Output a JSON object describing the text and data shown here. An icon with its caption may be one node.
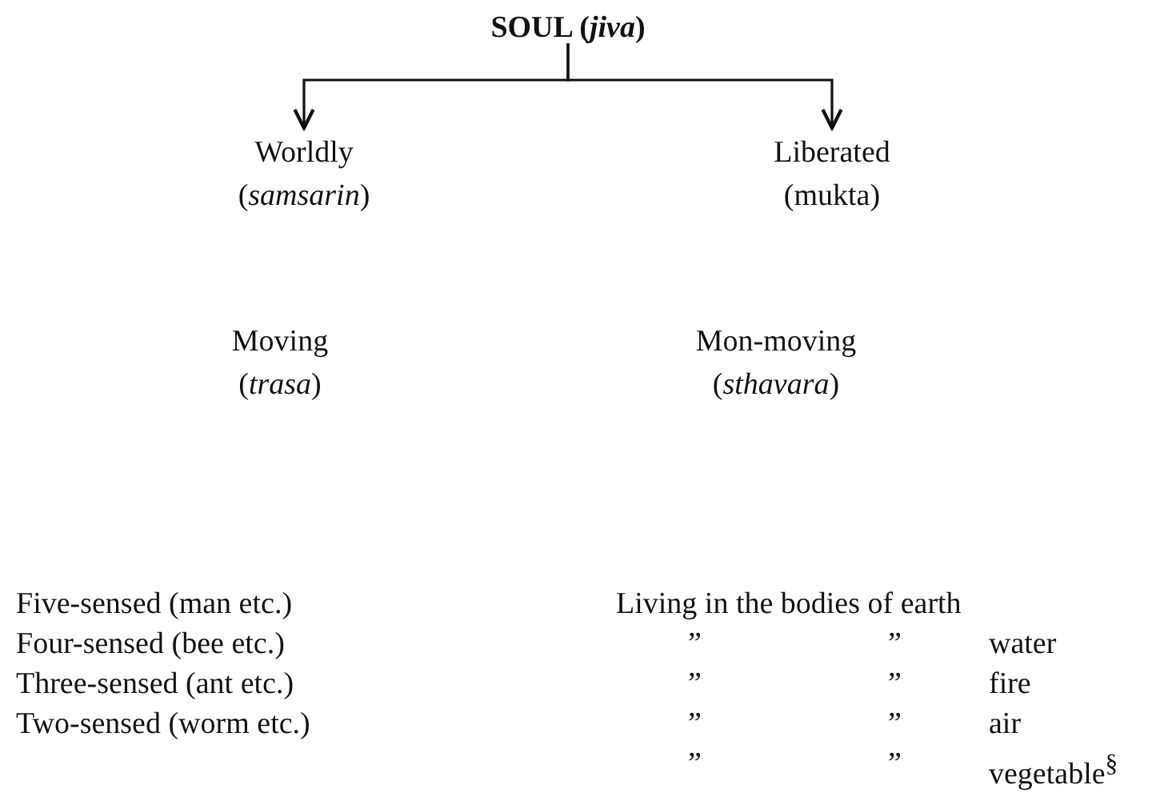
{
  "diagram": {
    "nodes": [
      {
        "text": [
          "SOUL (*jiva*)"
        ]
      },
      {
        "text": [
          "Worldly (*samsarin*)"
        ]
      },
      {
        "text": [
          "Liberated (mukta)"
        ]
      }
    ],
    "edges": [
      {
        "from": 0,
        "to": 1,
        "arrow": "to"
      },
      {
        "from": 0,
        "to": 2,
        "arrow": "to"
      }
    ],
    "labels": [
      "Moving (*trasa*)",
      "Mon-moving (*sthavara*)",
      "Five-sensed (man etc.)",
      "Living in the bodies of earth",
      "Four-sensed (bee etc.)",
      "”",
      "”",
      "water",
      "Three-sensed (ant etc.)",
      "”",
      "”",
      "fire",
      "Two-sensed (worm etc.)",
      "”",
      "”",
      "air",
      "”",
      "”",
      "vegetable$^{§}$"
    ]
  }
}
